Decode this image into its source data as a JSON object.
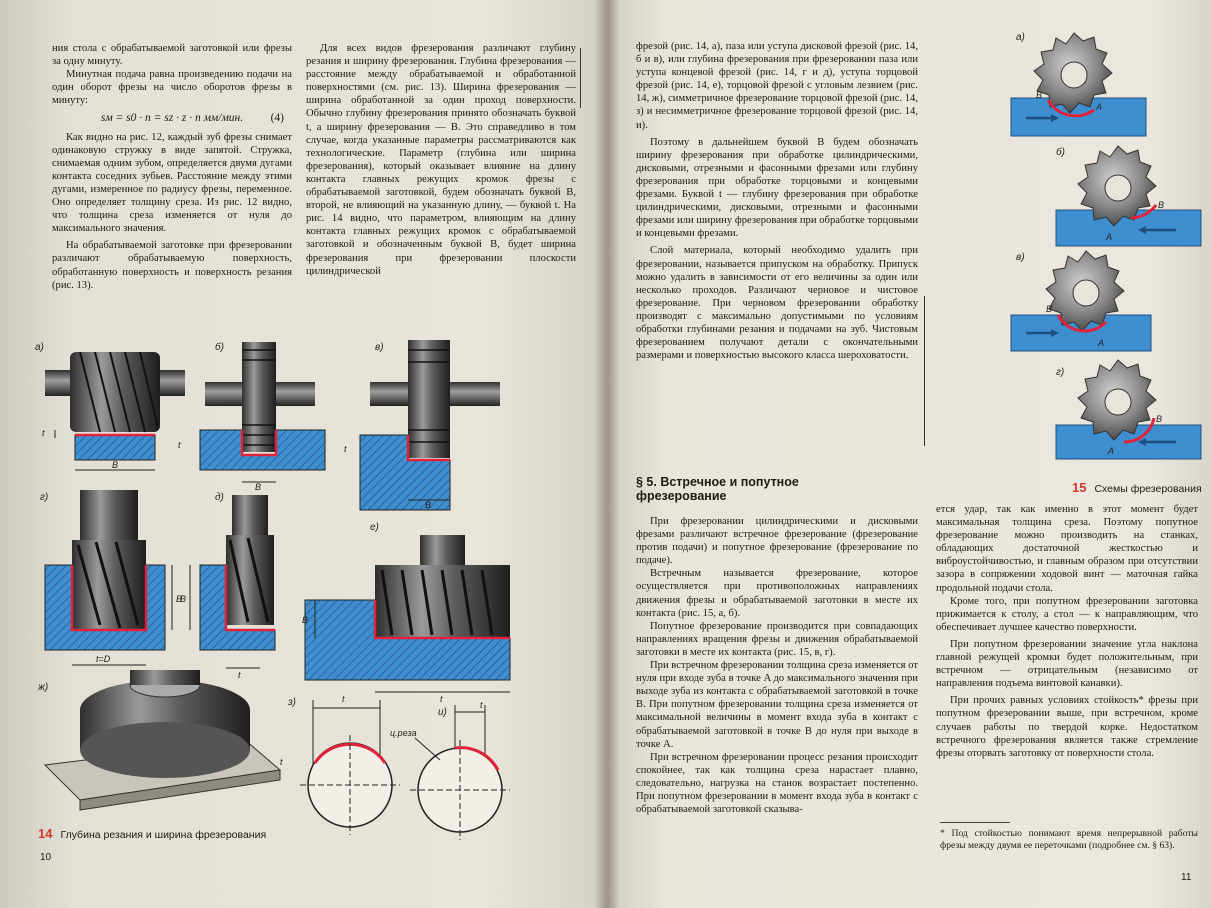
{
  "left_page": {
    "col1": [
      "ния стола с обрабатываемой заготовкой или фрезы за одну минуту.",
      "Минутная подача равна произведению подачи на один оборот фрезы на число оборотов фрезы в минуту:",
      "Как видно на рис. 12, каждый зуб фрезы снимает одинаковую стружку в виде запятой. Стружка, снимаемая одним зубом, определяется двумя дугами контакта соседних зубьев. Расстояние между этими дугами, измеренное по радиусу фрезы, переменное. Оно определяет толщину среза. Из рис. 12 видно, что толщина среза изменяется от нуля до максимального значения.",
      "На обрабатываемой заготовке при фрезеровании различают обрабатываемую поверхность, обработанную поверхность и поверхность резания (рис. 13)."
    ],
    "formula": "sм = s0 · n = sz · z · n мм/мин.",
    "formula_no": "(4)",
    "col2": [
      "Для всех видов фрезерования различают глубину резания и ширину фрезерования. Глубина фрезерования — расстояние между обрабатываемой и обработанной поверхностями (см. рис. 13). Ширина фрезерования — ширина обработанной за один проход поверхности. Обычно глубину фрезерования принято обозначать буквой t, а ширину фрезерования — B. Это справедливо в том случае, когда указанные параметры рассматриваются как технологические. Параметр (глубина или ширина фрезерования), который оказывает влияние на длину контакта главных режущих кромок фрезы с обрабатываемой заготовкой, будем обозначать буквой B, второй, не влияющий на указанную длину, — буквой t. На рис. 14 видно, что параметром, влияющим на длину контакта главных режущих кромок с обрабатываемой заготовкой и обозначенным буквой B, будет ширина фрезерования при фрезеровании плоскости цилиндрической"
    ],
    "figure_labels": [
      "а)",
      "б)",
      "в)",
      "г)",
      "д)",
      "е)",
      "ж)",
      "з)",
      "и)"
    ],
    "dims": {
      "t": "t",
      "B": "B",
      "tD": "t=D",
      "cut": "ц.реза"
    },
    "caption_num": "14",
    "caption_text": "Глубина резания и ширина фрезерования",
    "page_number": "10"
  },
  "right_page": {
    "col1_top": [
      "фрезой (рис. 14, а), паза или уступа дисковой фрезой (рис. 14, б и в), или глубина фрезерования при фрезеровании паза или уступа концевой фрезой (рис. 14, г и д), уступа торцовой фрезой (рис. 14, е), торцовой фрезой с угловым лезвием (рис. 14, ж), симметричное фрезерование торцовой фрезой (рис. 14, з) и несимметричное фрезерование торцовой фрезой (рис. 14, и).",
      "Поэтому в дальнейшем буквой B будем обозначать ширину фрезерования при обработке цилиндрическими, дисковыми, отрезными и фасонными фрезами или глубину фрезерования при обработке торцовыми и концевыми фрезами. Буквой t — глубину фрезерования при обработке цилиндрическими, дисковыми, отрезными и фасонными фрезами или ширину фрезерования при обработке торцовыми и концевыми фрезами.",
      "Слой материала, который необходимо удалить при фрезеровании, называется припуском на обработку. Припуск можно удалить в зависимости от его величины за один или несколько проходов. Различают черновое и чистовое фрезерование. При черновом фрезеровании обработку производят с максимально допустимыми по условиям обработки глубинами резания и подачами на зуб. Чистовым фрезерованием получают детали с окончательными размерами и поверхностью высокого класса шероховатости."
    ],
    "section_heading": "§ 5. Встречное и попутное фрезерование",
    "col1_bottom": [
      "При фрезеровании цилиндрическими и дисковыми фрезами различают встречное фрезерование (фрезерование против подачи) и попутное фрезерование (фрезерование по подаче).",
      "Встречным называется фрезерование, которое осуществляется при противоположных направлениях движения фрезы и обрабатываемой заготовки в месте их контакта (рис. 15, а, б).",
      "Попутное фрезерование производится при совпадающих направлениях вращения фрезы и движения обрабатываемой заготовки в месте их контакта (рис. 15, в, г).",
      "При встречном фрезеровании толщина среза изменяется от нуля при входе зуба в точке A до максимального значения при выходе зуба из контакта с обрабатываемой заготовкой в точке B. При попутном фрезеровании толщина среза изменяется от максимальной величины в момент входа зуба в контакт с обрабатываемой заготовкой в точке B до нуля при выходе в точке A.",
      "При встречном фрезеровании процесс резания происходит спокойнее, так как толщина среза нарастает плавно, следовательно, нагрузка на станок возрастает постепенно. При попутном фрезеровании в момент входа зуба в контакт с обрабатываемой заготовкой сказыва-"
    ],
    "col2_bottom": [
      "ется удар, так как именно в этот момент будет максимальная толщина среза. Поэтому попутное фрезерование можно производить на станках, обладающих достаточной жесткостью и виброустойчивостью, и главным образом при отсутствии зазора в сопряжении ходовой винт — маточная гайка продольной подачи стола.",
      "Кроме того, при попутном фрезеровании заготовка прижимается к столу, а стол — к направляющим, что обеспечивает лучшее качество поверхности.",
      "При попутном фрезеровании значение угла наклона главной режущей кромки будет положительным, при встречном — отрицательным (независимо от направления подъема винтовой канавки).",
      "При прочих равных условиях стойкость* фрезы при попутном фрезеровании выше, при встречном, кроме случаев работы по твердой корке. Недостатком встречного фрезерования является также стремление фрезы оторвать заготовку от поверхности стола."
    ],
    "footnote": "* Под стойкостью понимают время непрерывной работы фрезы между двумя ее переточками (подробнее см. § 63).",
    "figure_labels": [
      "а)",
      "б)",
      "в)",
      "г)"
    ],
    "point_labels": {
      "A": "A",
      "B": "B"
    },
    "caption_num": "15",
    "caption_text": "Схемы фрезерования",
    "page_number": "11"
  },
  "colors": {
    "paper": "#e8e4da",
    "workpiece_blue": "#3f8fd0",
    "cut_red": "#e0233a",
    "caption_red": "#d23a2c"
  }
}
